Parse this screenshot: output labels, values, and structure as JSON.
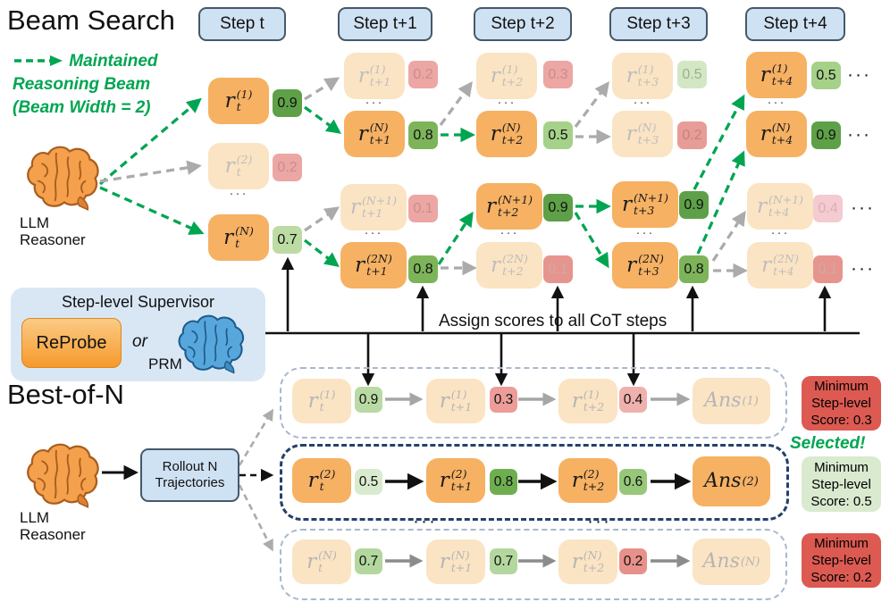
{
  "misc": {
    "dots": "···"
  },
  "palette": {
    "accent_green": "#00A551",
    "node_orange": "#F6B163",
    "node_faded": "#FBE4C3",
    "header_blue": "#CFE2F3",
    "minbox_red": "#DC5A52",
    "minbox_green": "#D9EACF"
  },
  "beam": {
    "title": "Beam Search",
    "legend": {
      "l1": "Maintained",
      "l2": "Reasoning Beam",
      "l3": "(Beam Width = 2)"
    },
    "llm": {
      "l1": "LLM",
      "l2": "Reasoner"
    },
    "steps": [
      "Step t",
      "Step t+1",
      "Step t+2",
      "Step t+3",
      "Step t+4"
    ],
    "n": [
      {
        "b": "r",
        "sub": "t",
        "sup": "(1)",
        "s": "0.9"
      },
      {
        "b": "r",
        "sub": "t",
        "sup": "(2)",
        "s": "0.2"
      },
      {
        "b": "r",
        "sub": "t",
        "sup": "(N)",
        "s": "0.7"
      },
      {
        "b": "r",
        "sub": "t+1",
        "sup": "(1)",
        "s": "0.2"
      },
      {
        "b": "r",
        "sub": "t+1",
        "sup": "(N)",
        "s": "0.8"
      },
      {
        "b": "r",
        "sub": "t+1",
        "sup": "(N+1)",
        "s": "0.1"
      },
      {
        "b": "r",
        "sub": "t+1",
        "sup": "(2N)",
        "s": "0.8"
      },
      {
        "b": "r",
        "sub": "t+2",
        "sup": "(1)",
        "s": "0.3"
      },
      {
        "b": "r",
        "sub": "t+2",
        "sup": "(N)",
        "s": "0.5"
      },
      {
        "b": "r",
        "sub": "t+2",
        "sup": "(N+1)",
        "s": "0.9"
      },
      {
        "b": "r",
        "sub": "t+2",
        "sup": "(2N)",
        "s": "0.1"
      },
      {
        "b": "r",
        "sub": "t+3",
        "sup": "(1)",
        "s": "0.5"
      },
      {
        "b": "r",
        "sub": "t+3",
        "sup": "(N)",
        "s": "0.2"
      },
      {
        "b": "r",
        "sub": "t+3",
        "sup": "(N+1)",
        "s": "0.9"
      },
      {
        "b": "r",
        "sub": "t+3",
        "sup": "(2N)",
        "s": "0.8"
      },
      {
        "b": "r",
        "sub": "t+4",
        "sup": "(1)",
        "s": "0.5"
      },
      {
        "b": "r",
        "sub": "t+4",
        "sup": "(N)",
        "s": "0.9"
      },
      {
        "b": "r",
        "sub": "t+4",
        "sup": "(N+1)",
        "s": "0.4"
      },
      {
        "b": "r",
        "sub": "t+4",
        "sup": "(2N)",
        "s": "0.1"
      }
    ]
  },
  "supervisor": {
    "title": "Step-level Supervisor",
    "reprobe": "ReProbe",
    "or": "or",
    "prm": "PRM"
  },
  "assign": "Assign scores to all CoT steps",
  "bon": {
    "title": "Best-of-N",
    "llm": {
      "l1": "LLM",
      "l2": "Reasoner"
    },
    "rollout": {
      "l1": "Rollout N",
      "l2": "Trajectories"
    },
    "selected": "Selected!",
    "rows": [
      {
        "steps": [
          {
            "b": "r",
            "sub": "t",
            "sup": "(1)",
            "s": "0.9"
          },
          {
            "b": "r",
            "sub": "t+1",
            "sup": "(1)",
            "s": "0.3"
          },
          {
            "b": "r",
            "sub": "t+2",
            "sup": "(1)",
            "s": "0.4"
          }
        ],
        "ans": {
          "b": "Ans",
          "sup": "(1)"
        },
        "min": {
          "l1": "Minimum",
          "l2": "Step-level",
          "l3": "Score: 0.3"
        }
      },
      {
        "steps": [
          {
            "b": "r",
            "sub": "t",
            "sup": "(2)",
            "s": "0.5"
          },
          {
            "b": "r",
            "sub": "t+1",
            "sup": "(2)",
            "s": "0.8"
          },
          {
            "b": "r",
            "sub": "t+2",
            "sup": "(2)",
            "s": "0.6"
          }
        ],
        "ans": {
          "b": "Ans",
          "sup": "(2)"
        },
        "min": {
          "l1": "Minimum",
          "l2": "Step-level",
          "l3": "Score: 0.5"
        }
      },
      {
        "steps": [
          {
            "b": "r",
            "sub": "t",
            "sup": "(N)",
            "s": "0.7"
          },
          {
            "b": "r",
            "sub": "t+1",
            "sup": "(N)",
            "s": "0.7"
          },
          {
            "b": "r",
            "sub": "t+2",
            "sup": "(N)",
            "s": "0.2"
          }
        ],
        "ans": {
          "b": "Ans",
          "sup": "(N)"
        },
        "min": {
          "l1": "Minimum",
          "l2": "Step-level",
          "l3": "Score: 0.2"
        }
      }
    ]
  }
}
